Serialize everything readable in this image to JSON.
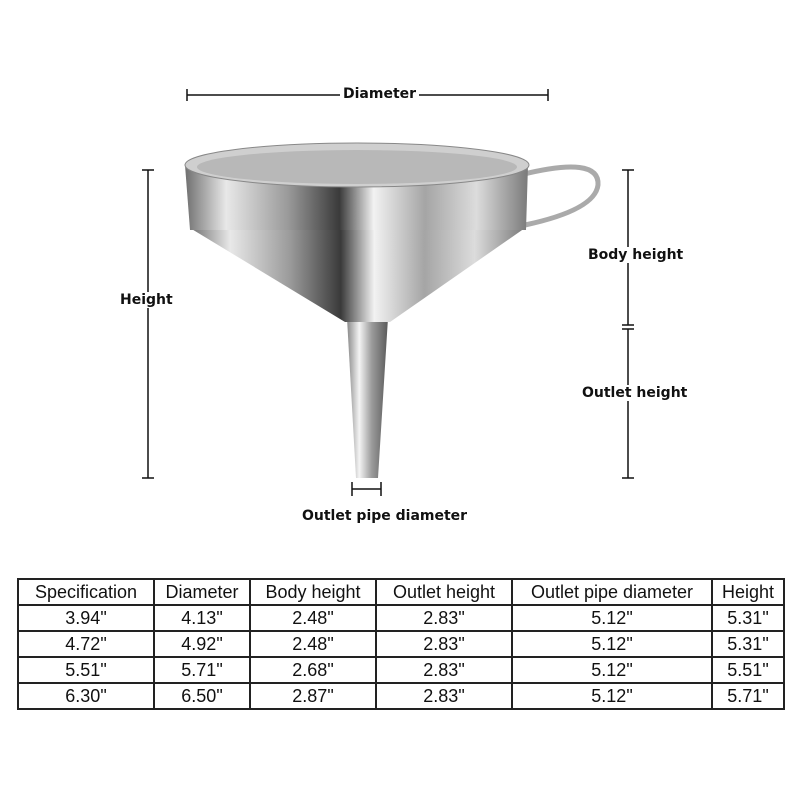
{
  "labels": {
    "diameter": "Diameter",
    "height": "Height",
    "body_height": "Body height",
    "outlet_height": "Outlet height",
    "outlet_pipe_diameter": "Outlet pipe diameter"
  },
  "table": {
    "headers": [
      "Specification",
      "Diameter",
      "Body height",
      "Outlet height",
      "Outlet pipe diameter",
      "Height"
    ],
    "rows": [
      [
        "3.94\"",
        "4.13\"",
        "2.48\"",
        "2.83\"",
        "5.12\"",
        "5.31\""
      ],
      [
        "4.72\"",
        "4.92\"",
        "2.48\"",
        "2.83\"",
        "5.12\"",
        "5.31\""
      ],
      [
        "5.51\"",
        "5.71\"",
        "2.68\"",
        "2.83\"",
        "5.12\"",
        "5.51\""
      ],
      [
        "6.30\"",
        "6.50\"",
        "2.87\"",
        "2.83\"",
        "5.12\"",
        "5.71\""
      ]
    ]
  }
}
